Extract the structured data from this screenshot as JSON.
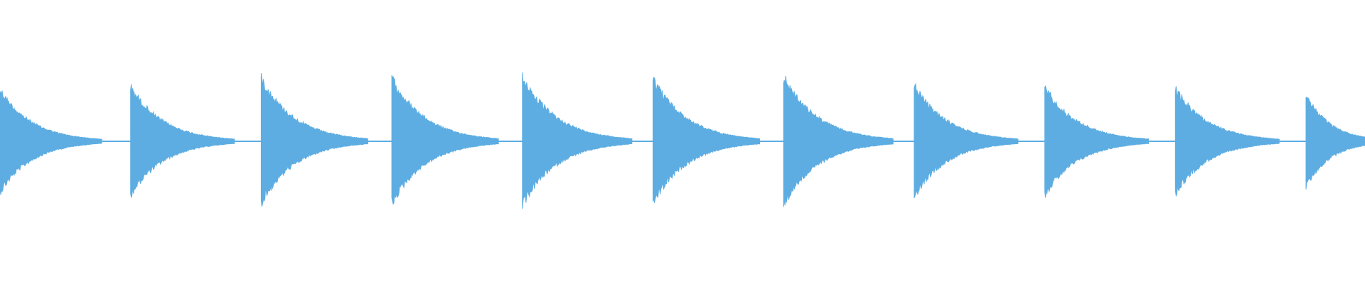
{
  "waveform": {
    "color": "#5DADE2",
    "background": "#ffffff",
    "pulses": [
      {
        "peak": 0.36,
        "duration_fraction": 0.78
      },
      {
        "peak": 0.38,
        "duration_fraction": 0.8
      },
      {
        "peak": 0.44,
        "duration_fraction": 0.82
      },
      {
        "peak": 0.44,
        "duration_fraction": 0.82
      },
      {
        "peak": 0.45,
        "duration_fraction": 0.84
      },
      {
        "peak": 0.44,
        "duration_fraction": 0.82
      },
      {
        "peak": 0.45,
        "duration_fraction": 0.84
      },
      {
        "peak": 0.39,
        "duration_fraction": 0.8
      },
      {
        "peak": 0.38,
        "duration_fraction": 0.8
      },
      {
        "peak": 0.37,
        "duration_fraction": 0.8
      },
      {
        "peak": 0.32,
        "duration_fraction": 0.6
      }
    ],
    "baseline_amplitude": 0.012
  }
}
